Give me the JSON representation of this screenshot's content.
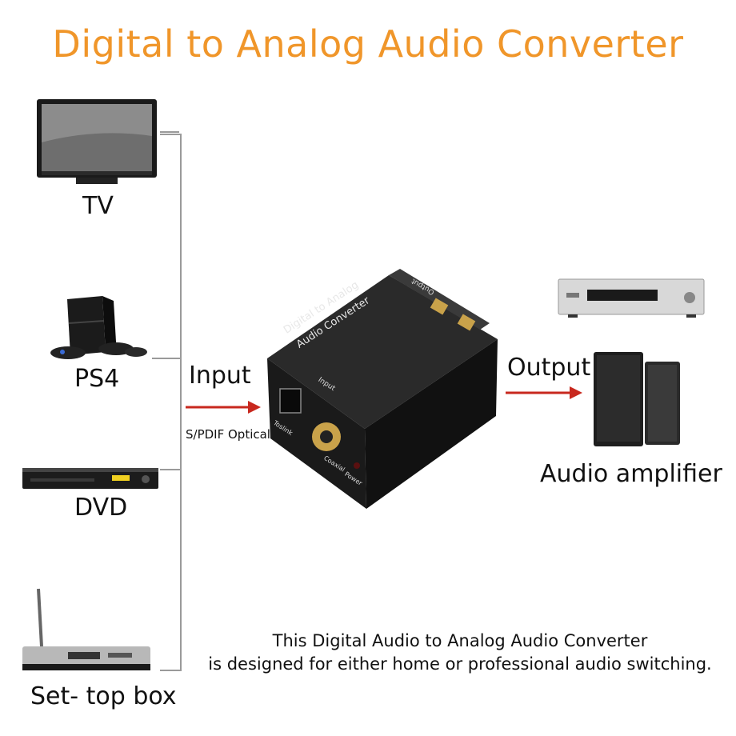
{
  "title": "Digital to Analog Audio Converter",
  "devices": {
    "tv": "TV",
    "ps4": "PS4",
    "dvd": "DVD",
    "stb": "Set- top box"
  },
  "input_label": "Input",
  "input_sub": "S/PDIF Optical",
  "output_label": "Output",
  "amplifier_label": "Audio amplifier",
  "converter": {
    "line1": "Digital to Analog",
    "line2": "Audio Converter",
    "input_port": "Input",
    "output_port": "Output",
    "toslink": "Toslink",
    "coaxial": "Coaxial",
    "power": "Power"
  },
  "description": {
    "line1": "This Digital Audio to Analog Audio Converter",
    "line2": "is designed for either home or professional audio switching."
  },
  "colors": {
    "title": "#f0962a",
    "arrow": "#c8281e",
    "connector": "#9a9a9a"
  }
}
